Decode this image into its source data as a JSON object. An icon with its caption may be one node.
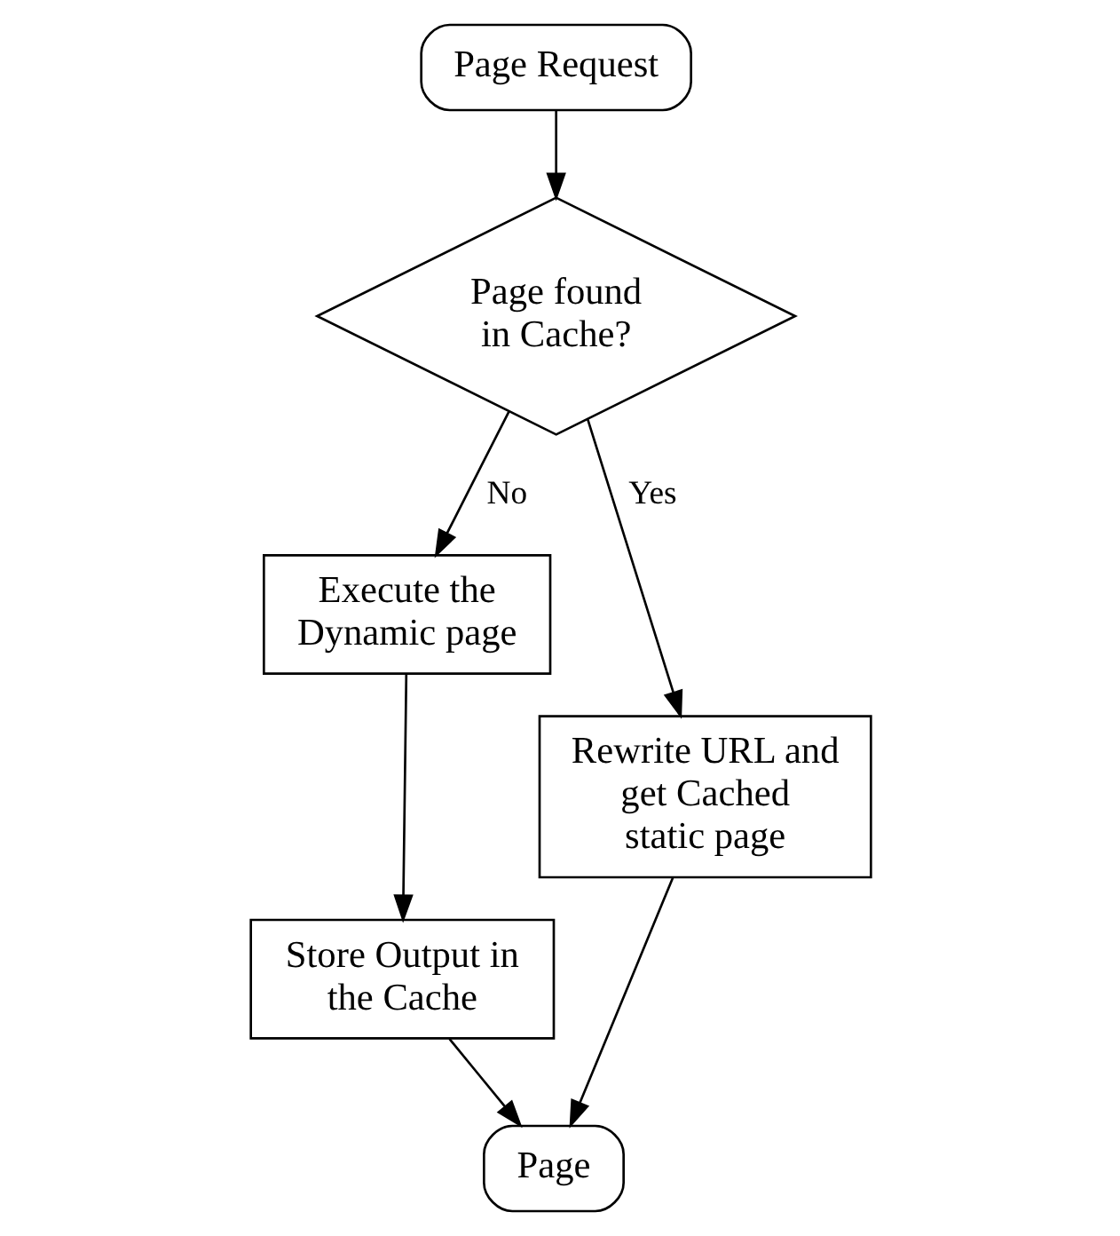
{
  "diagram": {
    "nodes": [
      {
        "text": [
          "Page Request"
        ]
      },
      {
        "text": [
          "Page found in Cache?"
        ]
      },
      {
        "text": [
          "Execute the Dynamic page"
        ]
      },
      {
        "text": [
          "Store Output in the Cache"
        ]
      },
      {
        "text": [
          "Rewrite URL and get Cached static page"
        ]
      },
      {
        "text": [
          "Page"
        ]
      }
    ],
    "edges": [
      {
        "from": 0,
        "to": 1,
        "arrow": "to"
      },
      {
        "from": 1,
        "to": 2,
        "arrow": "to",
        "label": "No"
      },
      {
        "from": 2,
        "to": 3,
        "arrow": "to"
      },
      {
        "from": 1,
        "to": 4,
        "arrow": "to",
        "label": "Yes"
      },
      {
        "from": 4,
        "to": 5,
        "arrow": "to"
      },
      {
        "from": 3,
        "to": 5,
        "arrow": "to"
      }
    ]
  }
}
